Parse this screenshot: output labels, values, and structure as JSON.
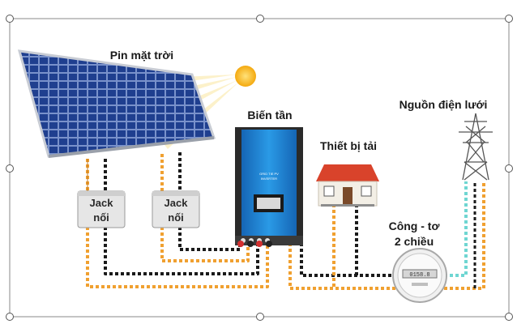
{
  "labels": {
    "solar_panel": "Pin mặt trời",
    "inverter": "Biến tần",
    "load_device": "Thiết bị tải",
    "grid_source": "Nguồn điện lưới",
    "meter_line1": "Công - tơ",
    "meter_line2": "2 chiều"
  },
  "junction_boxes": [
    {
      "line1": "Jack",
      "line2": "nối"
    },
    {
      "line1": "Jack",
      "line2": "nối"
    }
  ],
  "inverter_faceplate": {
    "line1": "GRID TIE PV",
    "line2": "INVERTER"
  },
  "meter_display": "0158.8",
  "colors": {
    "panel_blue": "#1f3f8f",
    "inverter_blue": "#1e88d8",
    "wire_orange": "#f0a030",
    "wire_black": "#1a1a1a",
    "wire_teal": "#6fd6d2",
    "sun": "#f7b416",
    "roof": "#d9432b"
  },
  "icons": [
    "sun-icon",
    "solar-panel-icon",
    "inverter-icon",
    "house-icon",
    "power-tower-icon",
    "meter-icon"
  ]
}
